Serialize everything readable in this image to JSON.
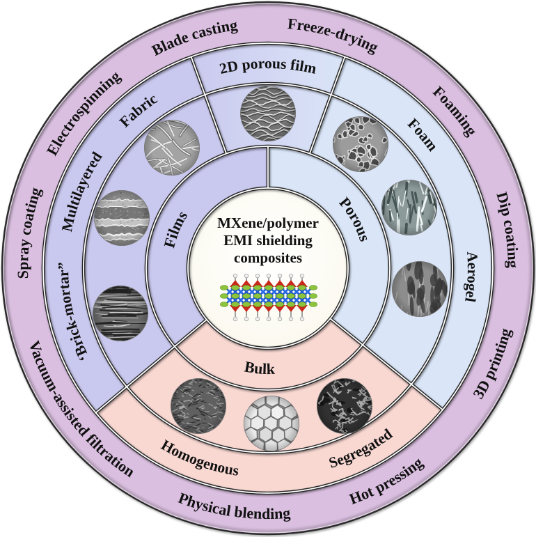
{
  "center": {
    "title_lines": [
      "MXene/polymer",
      "EMI shielding",
      "composites"
    ],
    "illustration": "mxene-layered-crystal-structure",
    "color": "#fbf9ee"
  },
  "categories": {
    "films": {
      "label": "Films",
      "color": "#c9c8ee",
      "subtypes": [
        {
          "label": "Fabric"
        },
        {
          "label": "Multilayered"
        },
        {
          "label": "‘Brick-mortar”"
        }
      ]
    },
    "bridge": {
      "label": "2D porous film",
      "color": "#d3d7f3"
    },
    "porous": {
      "label": "Porous",
      "color": "#dae6f8",
      "subtypes": [
        {
          "label": "Foam"
        },
        {
          "label": "Aerogel"
        }
      ]
    },
    "bulk": {
      "label": "Bulk",
      "color": "#f9d8d2",
      "subtypes": [
        {
          "label": "Homogenous"
        },
        {
          "label": "Segregated"
        }
      ]
    }
  },
  "methods": {
    "color": "#dabfe0",
    "items": [
      {
        "label": "Blade casting"
      },
      {
        "label": "Freeze-drying"
      },
      {
        "label": "Foaming"
      },
      {
        "label": "Dip coating"
      },
      {
        "label": "3D printing"
      },
      {
        "label": "Hot pressing"
      },
      {
        "label": "Physical blending"
      },
      {
        "label": "Vacuum-assisted filtration"
      },
      {
        "label": "Spray coating"
      },
      {
        "label": "Electrospinning"
      }
    ]
  }
}
